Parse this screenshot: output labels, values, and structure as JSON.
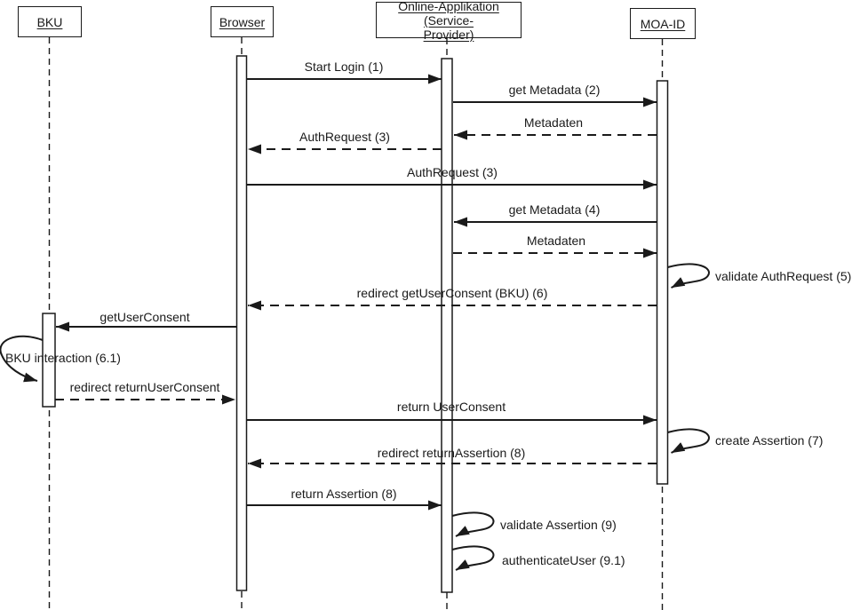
{
  "diagram": {
    "type": "uml-sequence",
    "colors": {
      "line": "#1a1a1a",
      "background": "#ffffff"
    },
    "participants": [
      {
        "id": "bku",
        "label": "BKU"
      },
      {
        "id": "browser",
        "label": "Browser"
      },
      {
        "id": "online-applikation",
        "label": "Online-Applikation (Service-Provider)",
        "lines": [
          "Online-Applikation (Service-",
          "Provider)"
        ]
      },
      {
        "id": "moa-id",
        "label": "MOA-ID"
      }
    ],
    "messages": [
      {
        "label": "Start Login (1)",
        "from": "browser",
        "to": "online-applikation",
        "type": "solid"
      },
      {
        "label": "get Metadata (2)",
        "from": "online-applikation",
        "to": "moa-id",
        "type": "solid"
      },
      {
        "label": "Metadaten",
        "from": "moa-id",
        "to": "online-applikation",
        "type": "dashed"
      },
      {
        "label": "AuthRequest (3)",
        "from": "online-applikation",
        "to": "browser",
        "type": "dashed"
      },
      {
        "label": "AuthRequest (3)",
        "from": "browser",
        "to": "moa-id",
        "type": "solid"
      },
      {
        "label": "get Metadata (4)",
        "from": "moa-id",
        "to": "online-applikation",
        "type": "solid"
      },
      {
        "label": "Metadaten",
        "from": "online-applikation",
        "to": "moa-id",
        "type": "dashed"
      },
      {
        "label": "validate AuthRequest (5)",
        "from": "moa-id",
        "to": "moa-id",
        "type": "self"
      },
      {
        "label": "redirect getUserConsent (BKU) (6)",
        "from": "moa-id",
        "to": "browser",
        "type": "dashed"
      },
      {
        "label": "getUserConsent",
        "from": "browser",
        "to": "bku",
        "type": "solid"
      },
      {
        "label": "BKU interaction (6.1)",
        "from": "bku",
        "to": "bku",
        "type": "self"
      },
      {
        "label": "redirect returnUserConsent",
        "from": "bku",
        "to": "browser",
        "type": "dashed"
      },
      {
        "label": "return UserConsent",
        "from": "browser",
        "to": "moa-id",
        "type": "solid"
      },
      {
        "label": "create Assertion (7)",
        "from": "moa-id",
        "to": "moa-id",
        "type": "self"
      },
      {
        "label": "redirect returnAssertion (8)",
        "from": "moa-id",
        "to": "browser",
        "type": "dashed"
      },
      {
        "label": "return Assertion (8)",
        "from": "browser",
        "to": "online-applikation",
        "type": "solid"
      },
      {
        "label": "validate Assertion (9)",
        "from": "online-applikation",
        "to": "online-applikation",
        "type": "self"
      },
      {
        "label": "authenticateUser (9.1)",
        "from": "online-applikation",
        "to": "online-applikation",
        "type": "self"
      }
    ]
  }
}
